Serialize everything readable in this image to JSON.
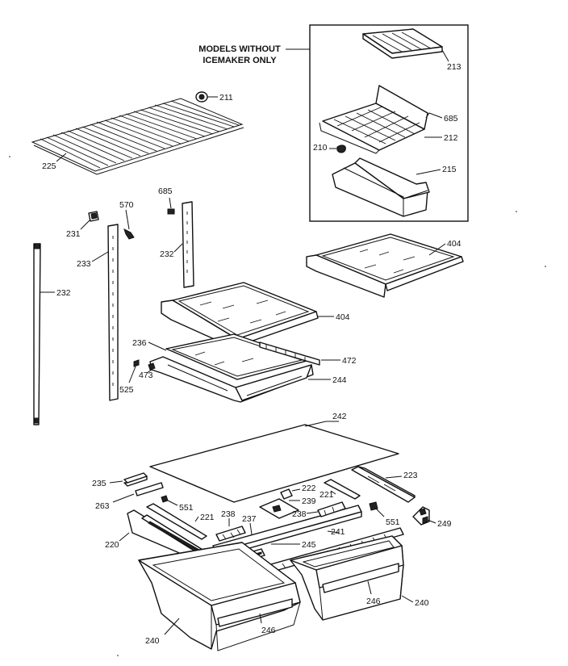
{
  "inset": {
    "title_line1": "MODELS WITHOUT",
    "title_line2": "ICEMAKER ONLY"
  },
  "callouts": {
    "c211": "211",
    "c213": "213",
    "c685a": "685",
    "c212": "212",
    "c210": "210",
    "c215": "215",
    "c225": "225",
    "c685b": "685",
    "c570": "570",
    "c231": "231",
    "c232a": "232",
    "c233": "233",
    "c232b": "232",
    "c404a": "404",
    "c404b": "404",
    "c236": "236",
    "c472": "472",
    "c473": "473",
    "c525": "525",
    "c244": "244",
    "c242": "242",
    "c235": "235",
    "c223": "223",
    "c263": "263",
    "c222": "222",
    "c221a": "221",
    "c239": "239",
    "c551a": "551",
    "c221b": "221",
    "c238a": "238",
    "c237": "237",
    "c238b": "238",
    "c551b": "551",
    "c249": "249",
    "c220": "220",
    "c241": "241",
    "c245": "245",
    "c246a": "246",
    "c240a": "240",
    "c246b": "246",
    "c240b": "240"
  }
}
